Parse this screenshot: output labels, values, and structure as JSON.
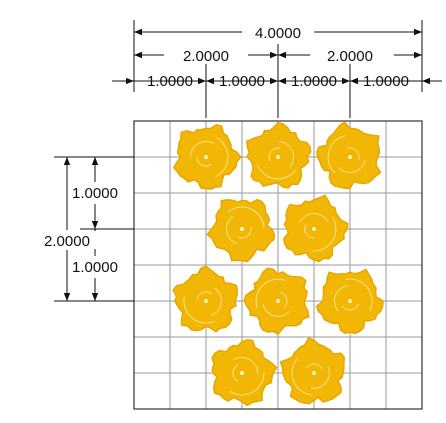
{
  "dimensions": {
    "total_width": "4.0000",
    "half_width_left": "2.0000",
    "half_width_right": "2.0000",
    "unit_widths": [
      "1.0000",
      "1.0000",
      "1.0000",
      "1.0000"
    ],
    "unit_height_top": "1.0000",
    "total_height": "2.0000",
    "unit_height_bottom": "1.0000"
  },
  "colors": {
    "blob": "#f2b705",
    "blob_dark": "#e4a800",
    "grid_line": "#9a9a9a",
    "frame": "#333333",
    "dim_line": "#111111"
  },
  "pattern": {
    "rows": [
      3,
      2,
      3,
      2
    ],
    "grid_columns": 8,
    "grid_rows": 8
  }
}
